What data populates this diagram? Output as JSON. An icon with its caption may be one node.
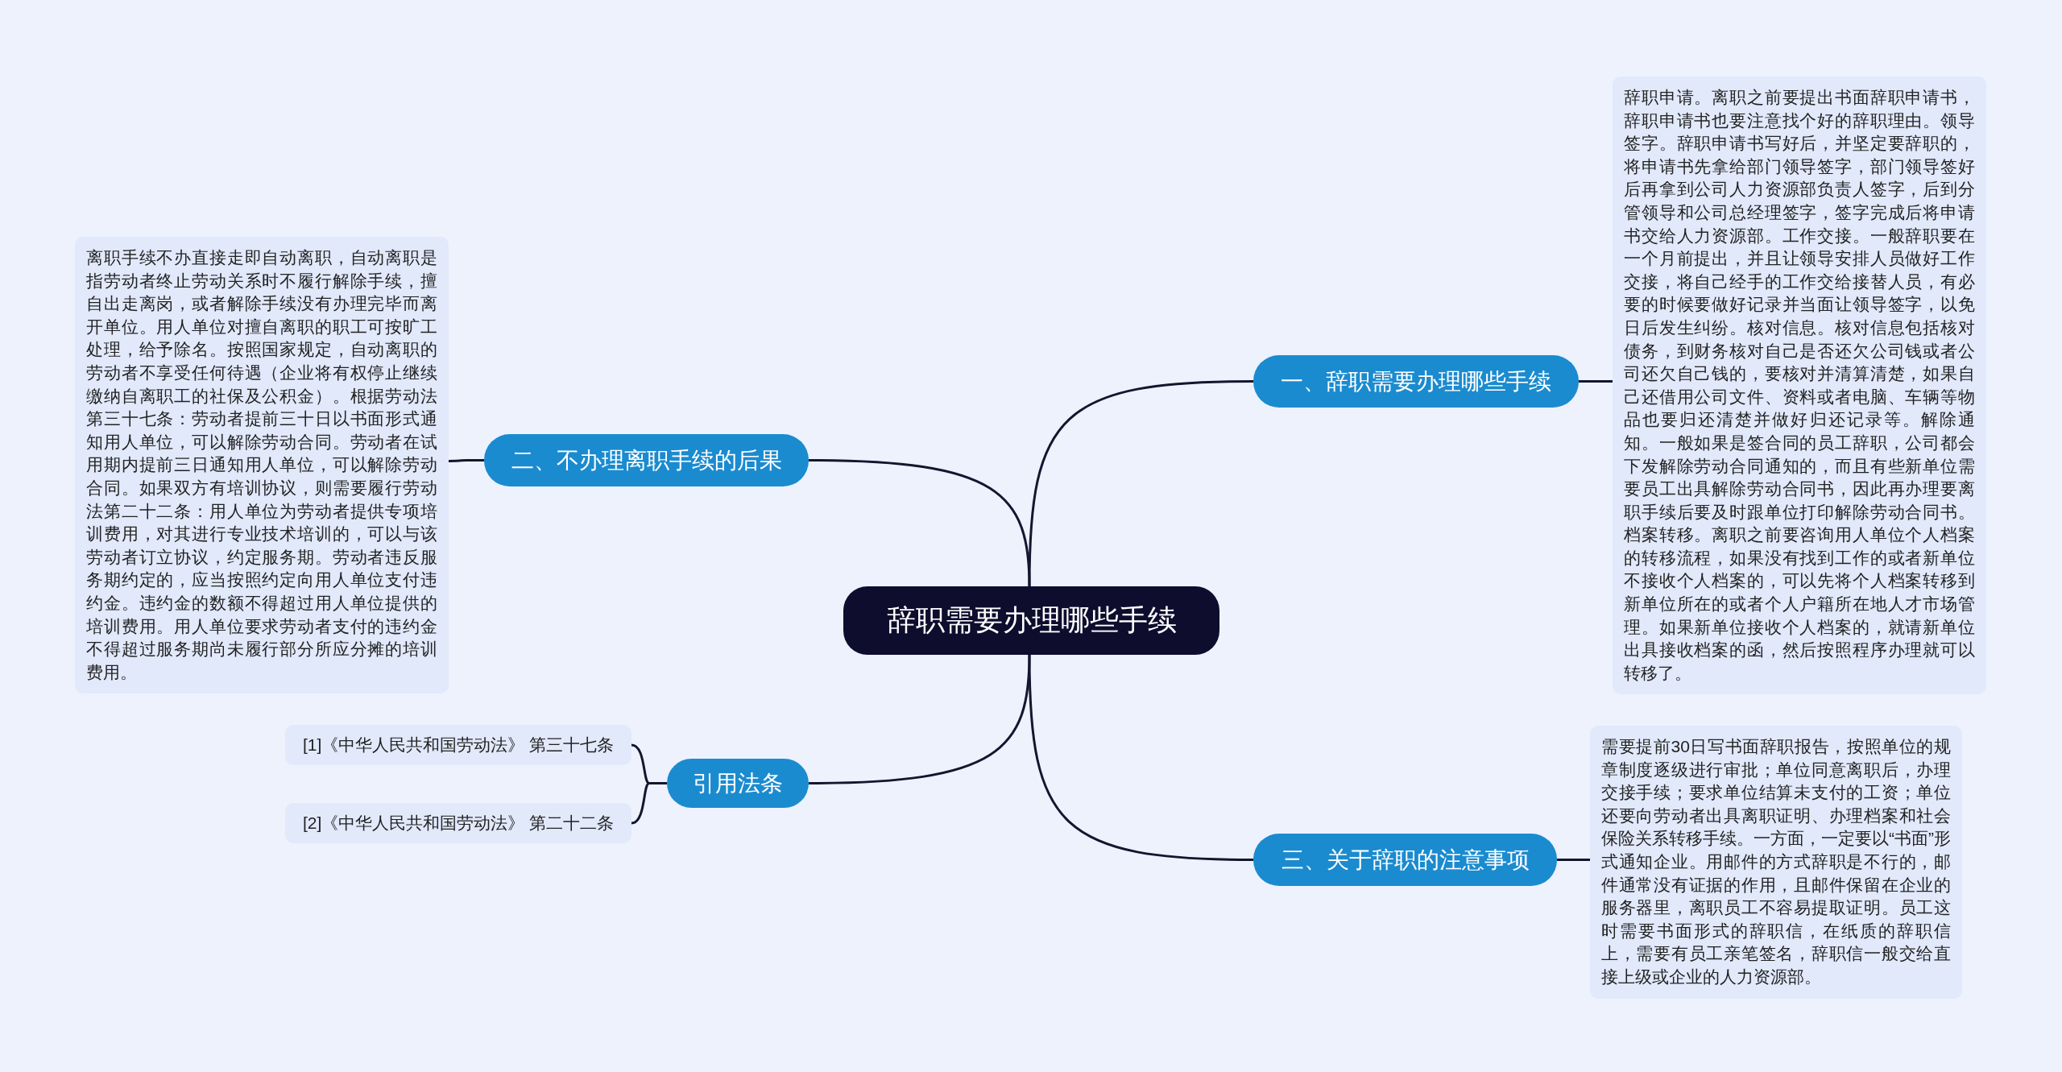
{
  "diagram": {
    "nodes": [
      {
        "text": [
          "辞职需要办理哪些手续"
        ]
      },
      {
        "text": [
          "一、辞职需要办理哪些手续"
        ]
      },
      {
        "text": [
          "辞职申请。离职之前要提出书面辞职申请书，辞职申请书也要注意找个好的辞职理由。领导签字。辞职申请书写好后，并坚定要辞职的，将申请书先拿给部门领导签字，部门领导签好后再拿到公司人力资源部负责人签字，后到分管领导和公司总经理签字，签字完成后将申请书交给人力资源部。工作交接。一般辞职要在一个月前提出，并且让领导安排人员做好工作交接，将自己经手的工作交给接替人员，有必要的时候要做好记录并当面让领导签字，以免日后发生纠纷。核对信息。核对信息包括核对债务，到财务核对自己是否还欠公司钱或者公司还欠自己钱的，要核对并清算清楚，如果自己还借用公司文件、资料或者电脑、车辆等物品也要归还清楚并做好归还记录等。解除通知。一般如果是签合同的员工辞职，公司都会下发解除劳动合同通知的，而且有些新单位需要员工出具解除劳动合同书，因此再办理要离职手续后要及时跟单位打印解除劳动合同书。档案转移。离职之前要咨询用人单位个人档案的转移流程，如果没有找到工作的或者新单位不接收个人档案的，可以先将个人档案转移到新单位所在的或者个人户籍所在地人才市场管理。如果新单位接收个人档案的，就请新单位出具接收档案的函，然后按照程序办理就可以转移了。"
        ]
      },
      {
        "text": [
          "二、不办理离职手续的后果"
        ]
      },
      {
        "text": [
          "离职手续不办直接走即自动离职，自动离职是指劳动者终止劳动关系时不履行解除手续，擅自出走离岗，或者解除手续没有办理完毕而离开单位。用人单位对擅自离职的职工可按旷工处理，给予除名。按照国家规定，自动离职的劳动者不享受任何待遇（企业将有权停止继续缴纳自离职工的社保及公积金）。根据劳动法第三十七条：劳动者提前三十日以书面形式通知用人单位，可以解除劳动合同。劳动者在试用期内提前三日通知用人单位，可以解除劳动合同。如果双方有培训协议，则需要履行劳动法第二十二条：用人单位为劳动者提供专项培训费用，对其进行专业技术培训的，可以与该劳动者订立协议，约定服务期。劳动者违反服务期约定的，应当按照约定向用人单位支付违约金。违约金的数额不得超过用人单位提供的培训费用。用人单位要求劳动者支付的违约金不得超过服务期尚未履行部分所应分摊的培训费用。"
        ]
      },
      {
        "text": [
          "引用法条"
        ]
      },
      {
        "text": [
          "[1]《中华人民共和国劳动法》 第三十七条"
        ]
      },
      {
        "text": [
          "[2]《中华人民共和国劳动法》 第二十二条"
        ]
      },
      {
        "text": [
          "三、关于辞职的注意事项"
        ]
      },
      {
        "text": [
          "需要提前30日写书面辞职报告，按照单位的规章制度逐级进行审批；单位同意离职后，办理交接手续；要求单位结算未支付的工资；单位还要向劳动者出具离职证明、办理档案和社会保险关系转移手续。一方面，一定要以“书面”形式通知企业。用邮件的方式辞职是不行的，邮件通常没有证据的作用，且邮件保留在企业的服务器里，离职员工不容易提取证明。员工这时需要书面形式的辞职信，在纸质的辞职信上，需要有员工亲笔签名，辞职信一般交给直接上级或企业的人力资源部。"
        ]
      }
    ],
    "edges": [
      {
        "from": 0,
        "to": 1,
        "arrow": "none"
      },
      {
        "from": 1,
        "to": 2,
        "arrow": "none"
      },
      {
        "from": 0,
        "to": 3,
        "arrow": "none"
      },
      {
        "from": 3,
        "to": 4,
        "arrow": "none"
      },
      {
        "from": 0,
        "to": 5,
        "arrow": "none"
      },
      {
        "from": 5,
        "to": 6,
        "arrow": "none"
      },
      {
        "from": 5,
        "to": 7,
        "arrow": "none"
      },
      {
        "from": 0,
        "to": 8,
        "arrow": "none"
      },
      {
        "from": 8,
        "to": 9,
        "arrow": "none"
      }
    ]
  }
}
